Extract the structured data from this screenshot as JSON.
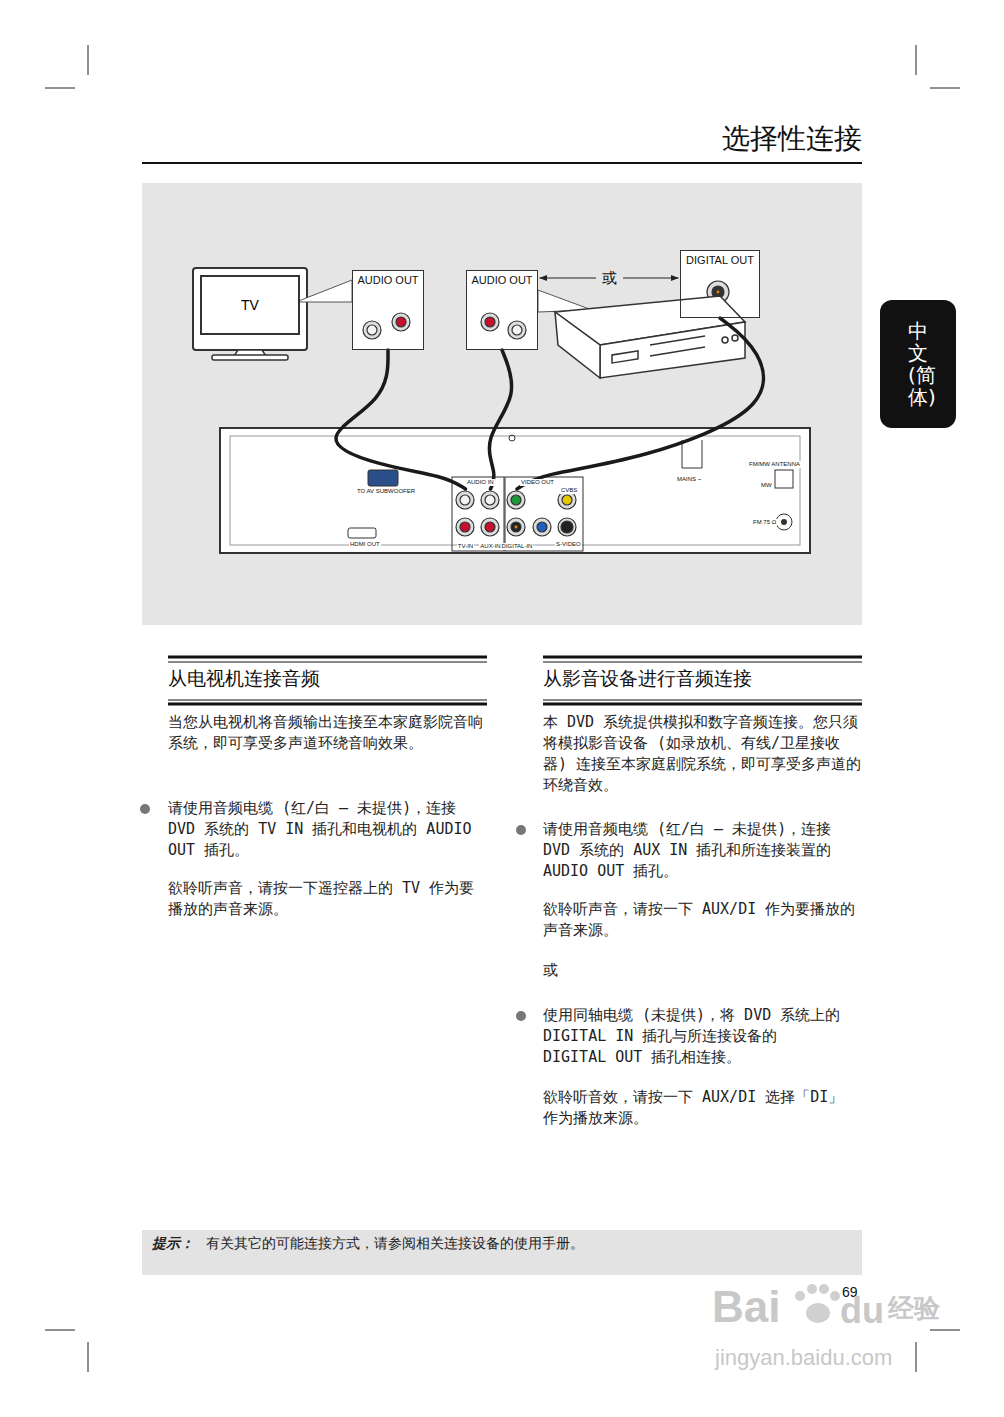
{
  "diagram": {
    "title": "选择性连接",
    "nodes": [
      {
        "text": [
          "中文(简体)"
        ]
      },
      {
        "text": [
          "TV"
        ]
      },
      {
        "text": [
          "AUDIO OUT"
        ]
      },
      {
        "text": [
          "AUDIO OUT"
        ]
      },
      {
        "text": [
          "DIGITAL OUT"
        ]
      },
      {
        "text": [
          "TV-IN"
        ]
      },
      {
        "text": [
          "AUX-IN"
        ]
      },
      {
        "text": [
          "DIGITAL-IN"
        ]
      },
      {
        "text": [
          "提示：",
          "有关其它的可能连接方式，请参阅相关连接设备的使用手册。"
        ]
      }
    ],
    "edges": [
      {
        "from": 2,
        "to": 5,
        "arrow": "none"
      },
      {
        "from": 3,
        "to": 6,
        "arrow": "none"
      },
      {
        "from": 4,
        "to": 7,
        "arrow": "none"
      },
      {
        "from": 3,
        "to": 4,
        "label": "或",
        "arrow": "both"
      }
    ],
    "labels": [
      "TO AV SUBWOOFER",
      "HDMI OUT",
      "AUDIO IN",
      "VIDEO OUT",
      "CVBS",
      "S-VIDEO",
      "MAINS ~",
      "FM/MW ANTENNA",
      "MW",
      "FM 75 Ω",
      "从电视机连接音频",
      "当您从电视机将音频输出连接至本家庭影院音响系统，即可享受多声道环绕音响效果。",
      "请使用音频电缆 (红/白 – 未提供)，连接 DVD 系统的 TV IN 插孔和电视机的 AUDIO OUT 插孔。",
      "欲聆听声音，请按一下遥控器上的 TV 作为要播放的声音来源。",
      "从影音设备进行音频连接",
      "本 DVD 系统提供模拟和数字音频连接。您只须将模拟影音设备 (如录放机、有线/卫星接收器) 连接至本家庭剧院系统，即可享受多声道的环绕音效。",
      "请使用音频电缆 (红/白 – 未提供)，连接 DVD 系统的 AUX IN 插孔和所连接装置的 AUDIO OUT 插孔。",
      "欲聆听声音，请按一下 AUX/DI 作为要播放的声音来源。",
      "或",
      "使用同轴电缆 (未提供)，将 DVD 系统上的 DIGITAL IN 插孔与所连接设备的 DIGITAL OUT 插孔相连接。",
      "欲聆听音效，请按一下 AUX/DI 选择「DI」作为播放来源。",
      "69",
      "Bai",
      "du",
      "经验",
      "jingyan.baidu.com"
    ]
  }
}
